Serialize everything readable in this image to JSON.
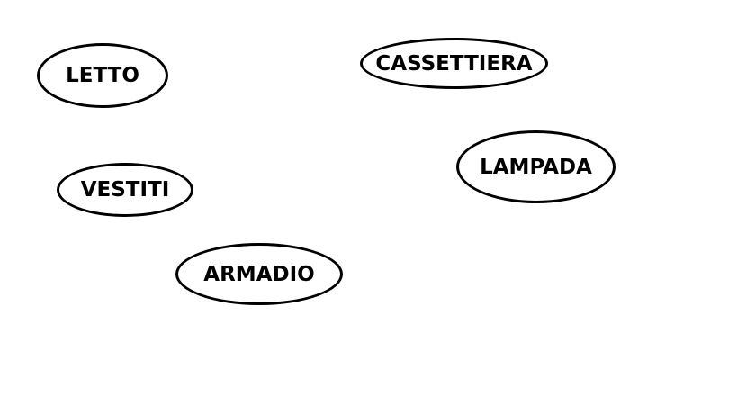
{
  "colors": {
    "background": "#ffffff",
    "stroke": "#000000",
    "text": "#000000"
  },
  "labels": {
    "letto": "LETTO",
    "cassettiera": "CASSETTIERA",
    "lampada": "LAMPADA",
    "vestiti": "VESTITI",
    "armadio": "ARMADIO"
  }
}
